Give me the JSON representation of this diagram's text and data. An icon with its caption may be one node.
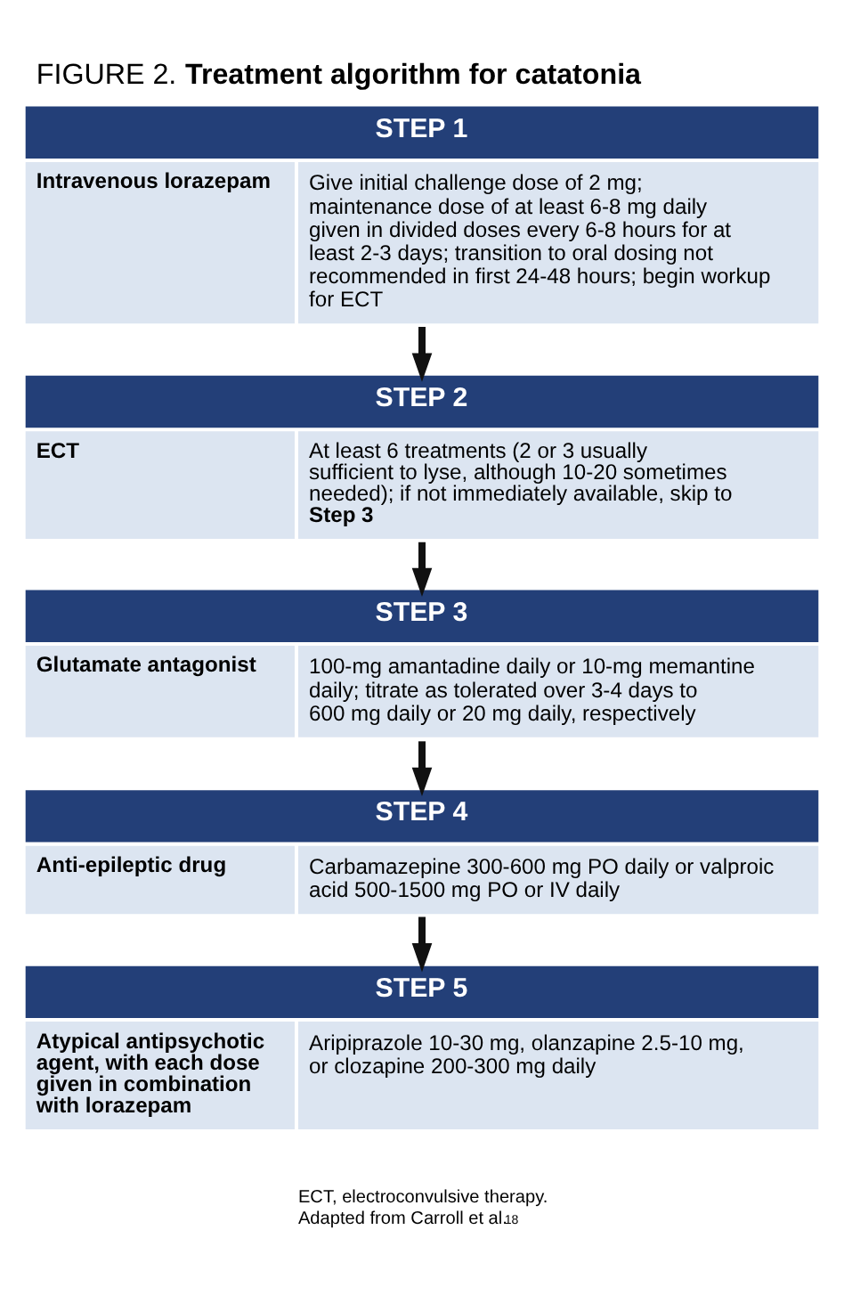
{
  "diagram": {
    "title": "FIGURE 2. **Treatment algorithm for catatonia**",
    "nodes": [
      {
        "text": [
          "STEP 1",
          "Intravenous lorazepam",
          "Give initial challenge dose of 2 mg; maintenance dose of at least 6-8 mg daily given in divided doses every 6-8 hours for at least 2-3 days; transition to oral dosing not recommended in first 24-48 hours; begin workup for ECT"
        ]
      },
      {
        "text": [
          "STEP 2",
          "ECT",
          "At least 6 treatments (2 or 3 usually sufficient to lyse, although 10-20 sometimes needed); if not immediately available, skip to **Step 3**"
        ]
      },
      {
        "text": [
          "STEP 3",
          "Glutamate antagonist",
          "100-mg amantadine daily or 10-mg memantine daily; titrate as tolerated over 3-4 days to 600 mg daily or 20 mg daily, respectively"
        ]
      },
      {
        "text": [
          "STEP 4",
          "Anti-epileptic drug",
          "Carbamazepine 300-600 mg PO daily or valproic acid 500-1500 mg PO or IV daily"
        ]
      },
      {
        "text": [
          "STEP 5",
          "Atypical antipsychotic agent, with each dose given in combination with lorazepam",
          "Aripiprazole 10-30 mg, olanzapine 2.5-10 mg, or clozapine 200-300 mg daily"
        ]
      }
    ],
    "edges": [
      {
        "from": 0,
        "to": 1,
        "arrow": "to"
      },
      {
        "from": 1,
        "to": 2,
        "arrow": "to"
      },
      {
        "from": 2,
        "to": 3,
        "arrow": "to"
      },
      {
        "from": 3,
        "to": 4,
        "arrow": "to"
      }
    ],
    "labels": [
      "ECT, electroconvulsive therapy.",
      "Adapted from Carroll et al.$^{18}$"
    ]
  }
}
